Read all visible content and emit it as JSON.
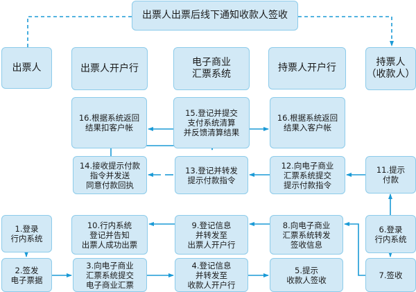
{
  "top_note": "出票人出票后线下通知收款人签收",
  "parties": {
    "drawer": "出票人",
    "drawer_bank": "出票人开户行",
    "ecds": "电子商业\n汇票系统",
    "holder_bank": "持票人开户行",
    "holder": "持票人\n（收款人）"
  },
  "steps": {
    "s1": "1.登录\n行内系统",
    "s2": "2.签发\n电子票据",
    "s3": "3.向电子商业\n汇票系统提交\n电子商业汇票",
    "s4": "4.登记信息\n并转发至\n收款人开户行",
    "s5": "5.提示\n收款人签收",
    "s6": "6.登录\n行内系统",
    "s7": "7.签收",
    "s8": "8.向电子商业\n汇票系统转发\n签收信息",
    "s9": "9.登记信息\n并转发至\n出票人开户行",
    "s10": "10.行内系统\n登记并告知\n出票人成功出票",
    "s11": "11.提示\n付款",
    "s12": "12.向电子商业\n汇票系统提交\n提示付款指令",
    "s13": "13.登记并转发\n提示付款指令",
    "s14": "14.接收提示付款\n指令并发送\n同意付款回执",
    "s15": "15.登记并提交\n支付系统清算\n并反馈清算结果",
    "s16a": "16.根据系统返回\n结果扣客户帐",
    "s16b": "16.根据系统返回\n结果入客户帐"
  },
  "colors": {
    "box_fill": "#d2e9f6",
    "box_border": "#8ccbea",
    "arrow": "#1a9ad6"
  }
}
